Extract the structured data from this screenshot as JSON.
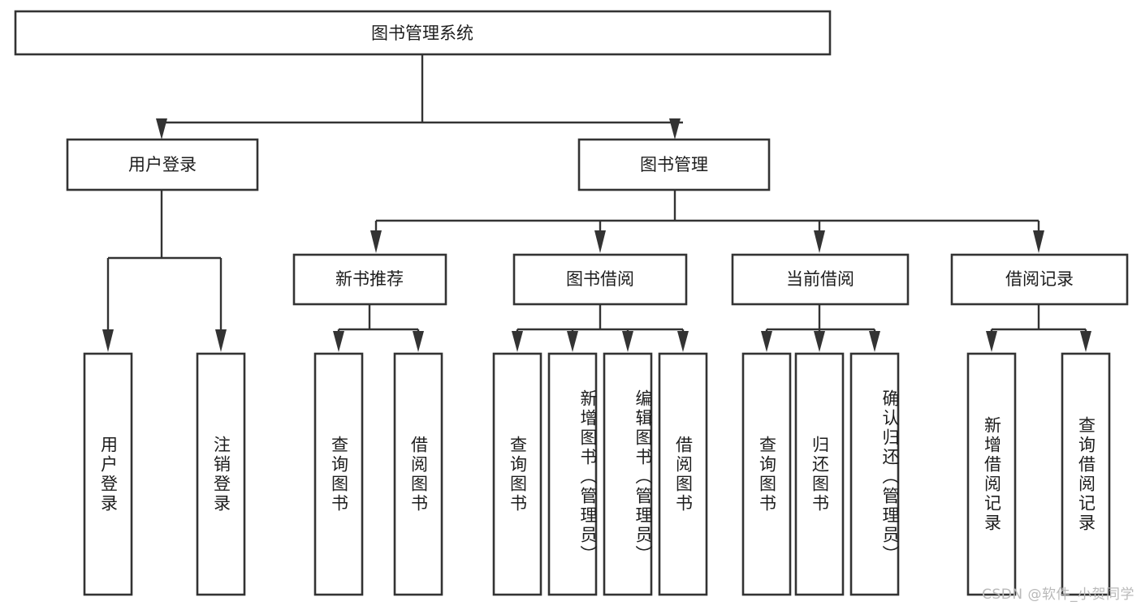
{
  "diagram": {
    "type": "tree-hierarchy",
    "title": "图书管理系统",
    "colors": {
      "background": "#ffffff",
      "box_stroke": "#333333",
      "box_fill": "#ffffff",
      "text": "#1d1d1d",
      "connector": "#333333",
      "watermark": "#b9b9b9"
    },
    "levels": {
      "level1": {
        "label": "图书管理系统"
      },
      "level2": [
        {
          "label": "用户登录"
        },
        {
          "label": "图书管理"
        }
      ],
      "level3": [
        {
          "label": "新书推荐"
        },
        {
          "label": "图书借阅"
        },
        {
          "label": "当前借阅"
        },
        {
          "label": "借阅记录"
        }
      ]
    },
    "nodes": {
      "root": {
        "label": "图书管理系统"
      },
      "user_login": {
        "label": "用户登录"
      },
      "book_manage": {
        "label": "图书管理"
      },
      "new_book_rec": {
        "label": "新书推荐"
      },
      "book_borrow": {
        "label": "图书借阅"
      },
      "current_borrow": {
        "label": "当前借阅"
      },
      "borrow_record": {
        "label": "借阅记录"
      }
    },
    "leaves": {
      "user_login": [
        {
          "label": "用户登录"
        },
        {
          "label": "注销登录"
        }
      ],
      "new_book_rec": [
        {
          "label": "查询图书"
        },
        {
          "label": "借阅图书"
        }
      ],
      "book_borrow": [
        {
          "label": "查询图书"
        },
        {
          "label": "新增图书（管理员）"
        },
        {
          "label": "编辑图书（管理员）"
        },
        {
          "label": "借阅图书"
        }
      ],
      "current_borrow": [
        {
          "label": "查询图书"
        },
        {
          "label": "归还图书"
        },
        {
          "label": "确认归还（管理员）"
        }
      ],
      "borrow_record": [
        {
          "label": "新增借阅记录"
        },
        {
          "label": "查询借阅记录"
        }
      ]
    },
    "watermark": "CSDN @软件_小贺同学"
  }
}
